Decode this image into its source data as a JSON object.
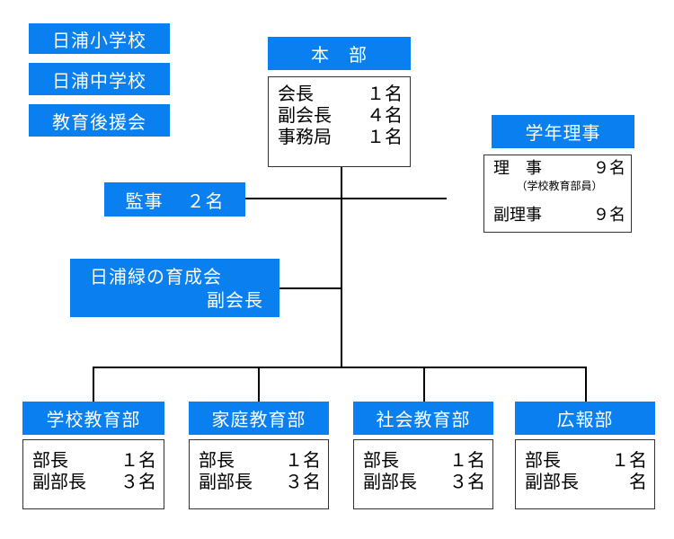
{
  "left_labels": [
    "日浦小学校",
    "日浦中学校",
    "教育後援会"
  ],
  "honbu": {
    "title": "本　部",
    "rows": [
      {
        "role": "会長",
        "count": "１名"
      },
      {
        "role": "副会長",
        "count": "４名"
      },
      {
        "role": "事務局",
        "count": "１名"
      }
    ]
  },
  "kanji": {
    "label": "監事",
    "count": "２名"
  },
  "ikuseikai": {
    "line1": "日浦緑の育成会",
    "line2": "副会長"
  },
  "gakunen": {
    "title": "学年理事",
    "riji_label": "理　事",
    "riji_count": "９名",
    "riji_note": "（学校教育部員）",
    "fuku_label": "副理事",
    "fuku_count": "９名"
  },
  "departments": [
    {
      "title": "学校教育部",
      "rows": [
        {
          "role": "部長",
          "count": "１名"
        },
        {
          "role": "副部長",
          "count": "３名"
        }
      ]
    },
    {
      "title": "家庭教育部",
      "rows": [
        {
          "role": "部長",
          "count": "１名"
        },
        {
          "role": "副部長",
          "count": "３名"
        }
      ]
    },
    {
      "title": "社会教育部",
      "rows": [
        {
          "role": "部長",
          "count": "１名"
        },
        {
          "role": "副部長",
          "count": "３名"
        }
      ]
    },
    {
      "title": "広報部",
      "rows": [
        {
          "role": "部長",
          "count": "１名"
        },
        {
          "role": "副部長",
          "count": "名"
        }
      ]
    }
  ],
  "colors": {
    "accent": "#0a7ff0",
    "line": "#000000"
  }
}
